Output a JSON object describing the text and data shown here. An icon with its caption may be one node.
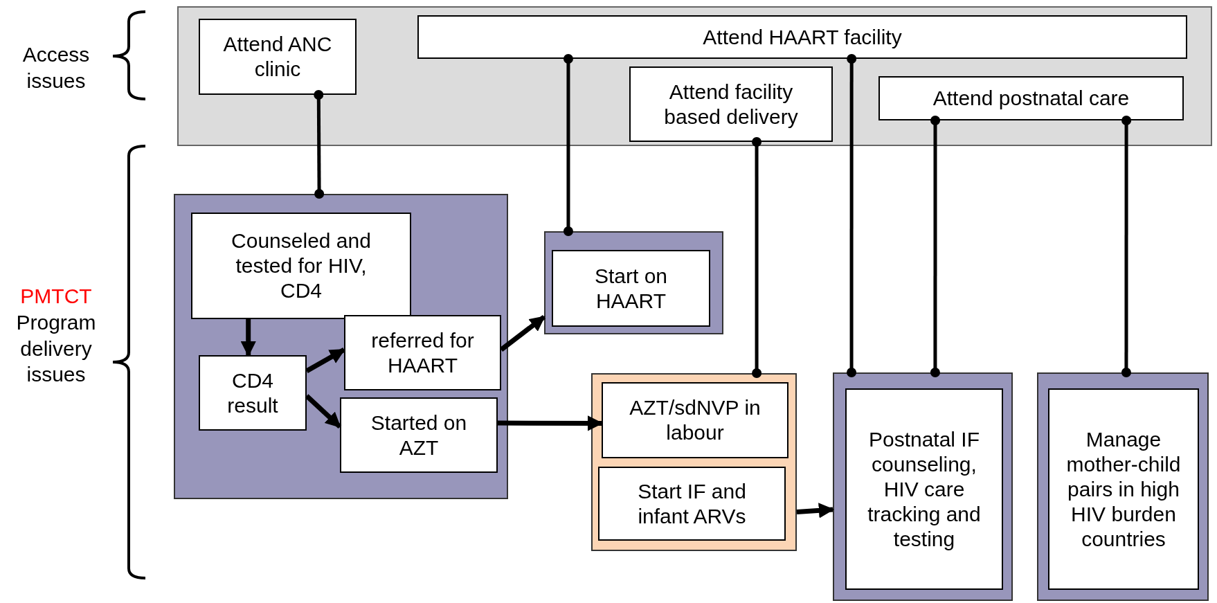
{
  "diagram": {
    "nodes": [
      {
        "text": [],
        "shape": "band"
      },
      {
        "text": [
          "Attend ANC clinic"
        ],
        "in": 0
      },
      {
        "text": [
          "Attend HAART facility"
        ],
        "in": 0
      },
      {
        "text": [
          "Attend facility based delivery"
        ],
        "in": 0
      },
      {
        "text": [
          "Attend postnatal care"
        ],
        "in": 0
      },
      {
        "text": [],
        "shape": "box"
      },
      {
        "text": [
          "Counseled and tested for HIV, CD4"
        ],
        "in": 5
      },
      {
        "text": [
          "CD4 result"
        ],
        "in": 5
      },
      {
        "text": [
          "referred for HAART"
        ],
        "in": 5
      },
      {
        "text": [
          "Started on AZT"
        ],
        "in": 5
      },
      {
        "text": [],
        "shape": "box"
      },
      {
        "text": [
          "Start on HAART"
        ],
        "in": 10
      },
      {
        "text": [],
        "shape": "box"
      },
      {
        "text": [
          "AZT/sdNVP in labour"
        ],
        "in": 12
      },
      {
        "text": [
          "Start IF and infant ARVs"
        ],
        "in": 12
      },
      {
        "text": [],
        "shape": "box"
      },
      {
        "text": [
          "Postnatal IF counseling, HIV care tracking and testing"
        ],
        "in": 15
      },
      {
        "text": [],
        "shape": "box"
      },
      {
        "text": [
          "Manage mother-child pairs in high HIV burden countries"
        ],
        "in": 17
      }
    ],
    "edges": [
      {
        "from": 1,
        "to": 5,
        "arrow": "other"
      },
      {
        "from": 2,
        "to": 10,
        "arrow": "other"
      },
      {
        "from": 3,
        "to": 12,
        "arrow": "other"
      },
      {
        "from": 2,
        "to": 15,
        "arrow": "other"
      },
      {
        "from": 4,
        "to": 15,
        "arrow": "other"
      },
      {
        "from": 4,
        "to": 17,
        "arrow": "other"
      },
      {
        "from": 6,
        "to": 7,
        "arrow": "to"
      },
      {
        "from": 7,
        "to": 8,
        "arrow": "to"
      },
      {
        "from": 7,
        "to": 9,
        "arrow": "to"
      },
      {
        "from": 8,
        "to": 10,
        "arrow": "to"
      },
      {
        "from": 9,
        "to": 13,
        "arrow": "to"
      },
      {
        "from": 12,
        "to": 15,
        "arrow": "to"
      }
    ],
    "labels": [
      "Access issues",
      "PMTCT",
      "Program delivery issues"
    ]
  }
}
